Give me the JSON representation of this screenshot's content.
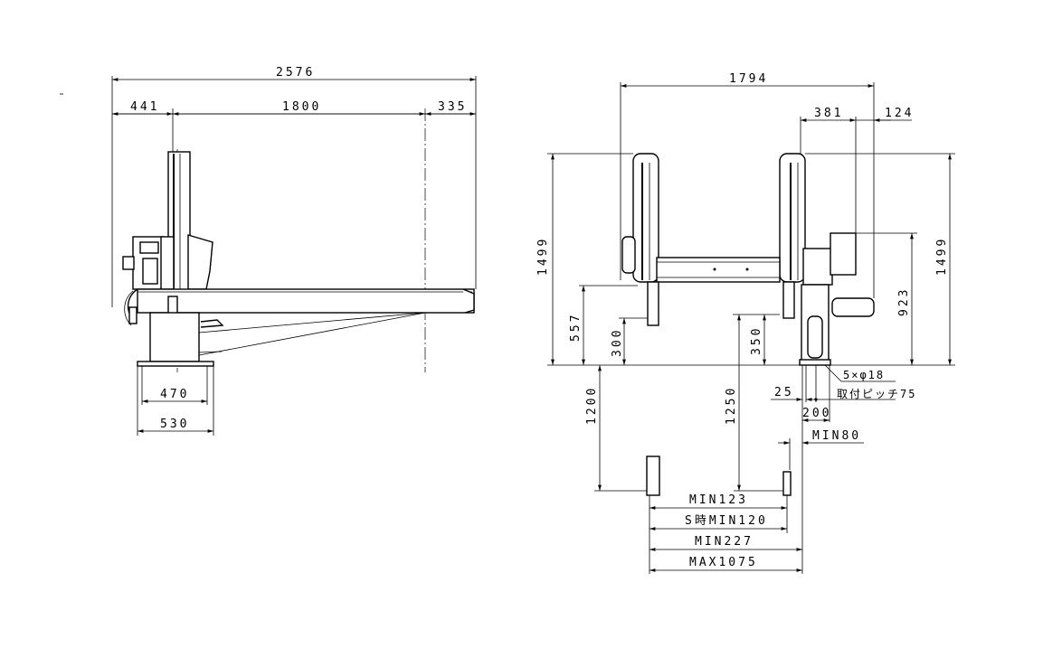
{
  "side_view": {
    "overall_width": "2576",
    "dim_left": "441",
    "dim_stroke": "1800",
    "dim_right": "335",
    "base_inner": "470",
    "base_outer": "530"
  },
  "front_view": {
    "overall_width": "1794",
    "dim_381": "381",
    "dim_124": "124",
    "height_left": "1499",
    "height_right": "1499",
    "dim_923": "923",
    "dim_557": "557",
    "dim_300": "300",
    "dim_350": "350",
    "dim_1200": "1200",
    "dim_1250": "1250",
    "holes": "5×φ18",
    "mount_pitch": "取付ピッチ75",
    "dim_25": "25",
    "dim_200": "200",
    "min80": "MIN80",
    "min123": "MIN123",
    "s_min120": "S時MIN120",
    "min227": "MIN227",
    "max1075": "MAX1075"
  }
}
